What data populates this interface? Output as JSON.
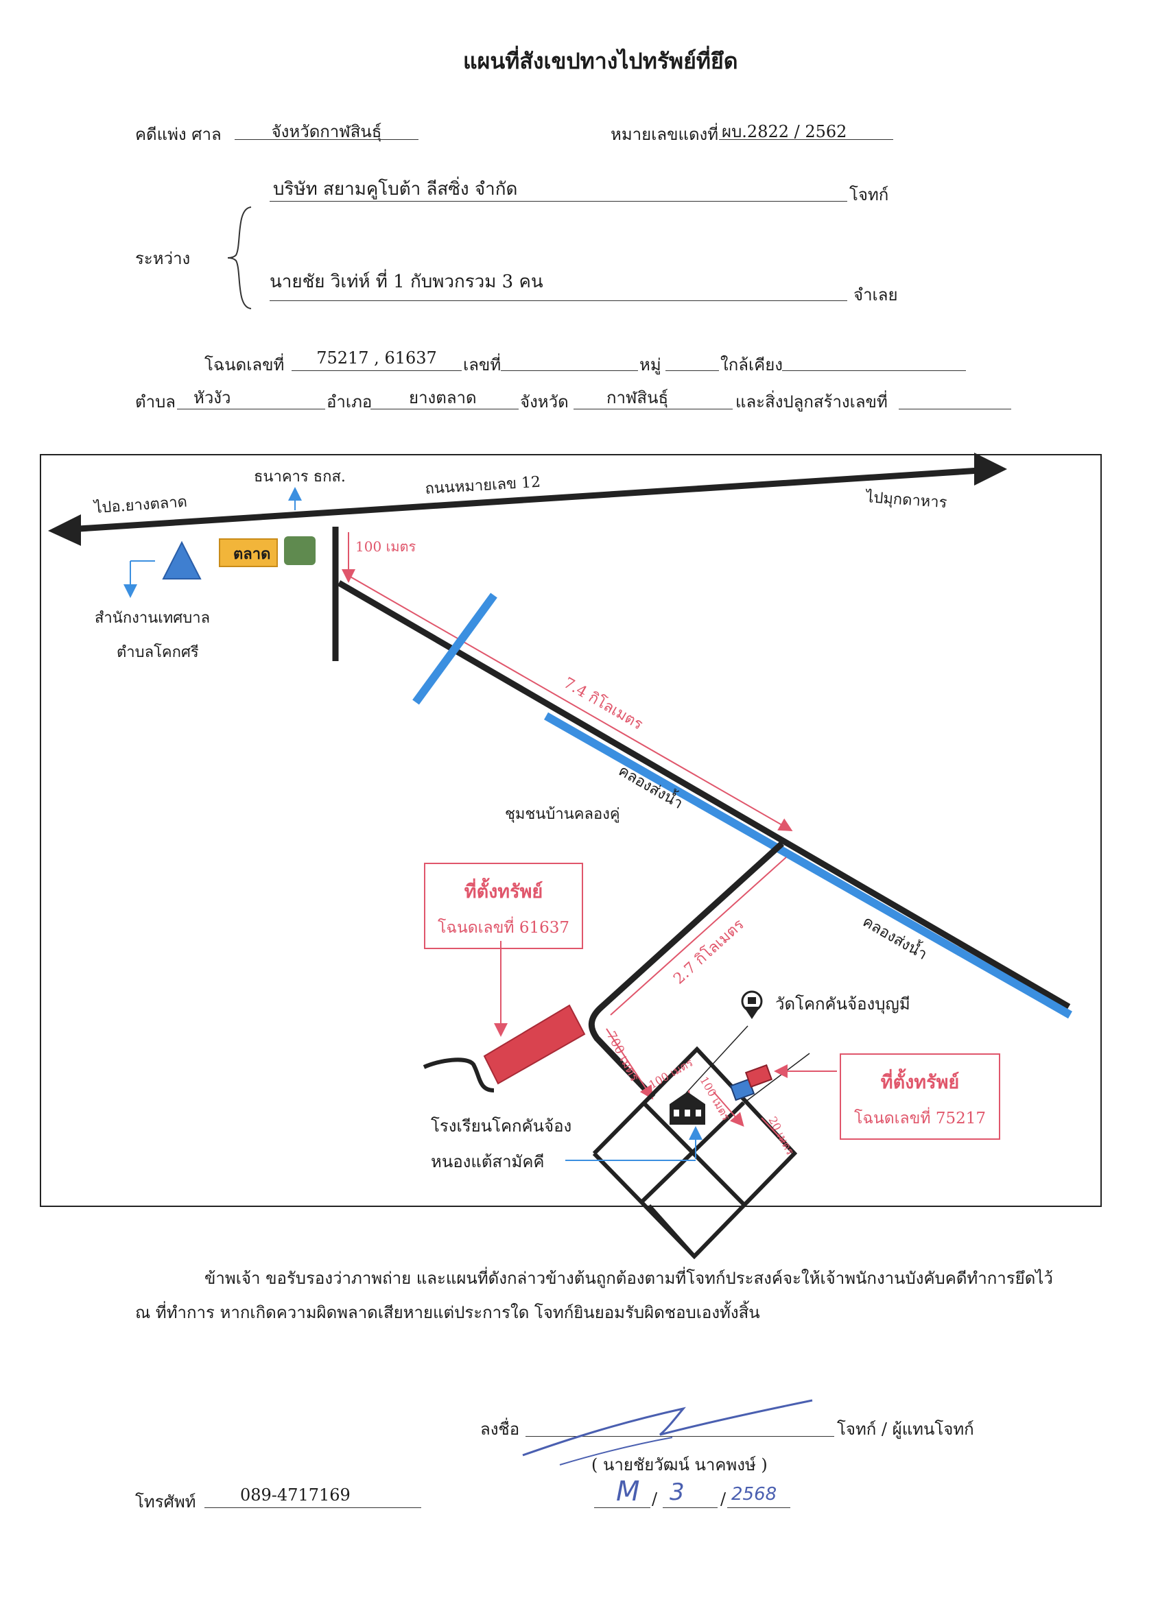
{
  "title": "แผนที่สังเขปทางไปทรัพย์ที่ยึด",
  "case": {
    "court_label": "คดีแพ่ง ศาล",
    "court_value": "จังหวัดกาฬสินธุ์",
    "red_no_label": "หมายเลขแดงที่",
    "red_no_value": "ผบ.2822 / 2562"
  },
  "parties": {
    "between_label": "ระหว่าง",
    "plaintiff_name": "บริษัท สยามคูโบต้า ลีสซิ่ง จำกัด",
    "plaintiff_role": "โจทก์",
    "defendant_name": "นายชัย  วิเท่ห์  ที่ 1 กับพวกรวม 3 คน",
    "defendant_role": "จำเลย"
  },
  "land": {
    "deed_label": "โฉนดเลขที่",
    "deed_value": "75217 , 61637",
    "no_label": "เลขที่",
    "moo_label": "หมู่",
    "near_label": "ใกล้เคียง",
    "tambon_label": "ตำบล",
    "tambon_value": "หัวงัว",
    "amphoe_label": "อำเภอ",
    "amphoe_value": "ยางตลาด",
    "province_label": "จังหวัด",
    "province_value": "กาฬสินธุ์",
    "building_label": "และสิ่งปลูกสร้างเลขที่"
  },
  "map": {
    "bank": "ธนาคาร ธกส.",
    "highway": "ถนนหมายเลข 12",
    "to_yangtalad": "ไปอ.ยางตลาด",
    "to_mukdahan": "ไปมุกดาหาร",
    "market": "ตลาด",
    "dist_100m": "100 เมตร",
    "office_line1": "สำนักงานเทศบาล",
    "office_line2": "ตำบลโคกศรี",
    "dist_7_4km": "7.4 กิโลเมตร",
    "canal_1": "คลองส่งน้ำ",
    "community": "ชุมชนบ้านคลองคู่",
    "canal_2": "คลองส่งน้ำ",
    "dist_2_7km": "2.7 กิโลเมตร",
    "temple": "วัดโคกคันจ้องบุญมี",
    "dist_700m": "700 เมตร",
    "dist_100m_2": "100 เมตร",
    "dist_100m_3": "100 เมตร",
    "dist_20m": "20 เมตร",
    "school_line1": "โรงเรียนโคกคันจ้อง",
    "school_line2": "หนองแต้สามัคคี",
    "prop1_title": "ที่ตั้งทรัพย์",
    "prop1_deed": "โฉนดเลขที่ 61637",
    "prop2_title": "ที่ตั้งทรัพย์",
    "prop2_deed": "โฉนดเลขที่ 75217"
  },
  "certification": {
    "line1": "ข้าพเจ้า ขอรับรองว่าภาพถ่าย และแผนที่ดังกล่าวข้างต้นถูกต้องตามที่โจทก์ประสงค์จะให้เจ้าพนักงานบังคับคดีทำการยึดไว้",
    "line2": "ณ ที่ทำการ หากเกิดความผิดพลาดเสียหายแต่ประการใด โจทก์ยินยอมรับผิดชอบเองทั้งสิ้น"
  },
  "signature": {
    "sign_label": "ลงชื่อ",
    "role": "โจทก์ / ผู้แทนโจทก์",
    "name": "(  นายชัยวัฒน์  นาคพงษ์   )",
    "date_d": "M",
    "date_m": "3",
    "date_y": "2568",
    "sep1": "/",
    "sep2": "/"
  },
  "phone": {
    "label": "โทรศัพท์",
    "value": "089-4717169"
  },
  "colors": {
    "road": "#222222",
    "canal": "#3b8fe0",
    "red": "#e0566b",
    "property_fill": "#d9434f",
    "market_fill": "#f2b53a",
    "bank_fill": "#5f8a4f",
    "office_fill": "#3f7fd0"
  }
}
